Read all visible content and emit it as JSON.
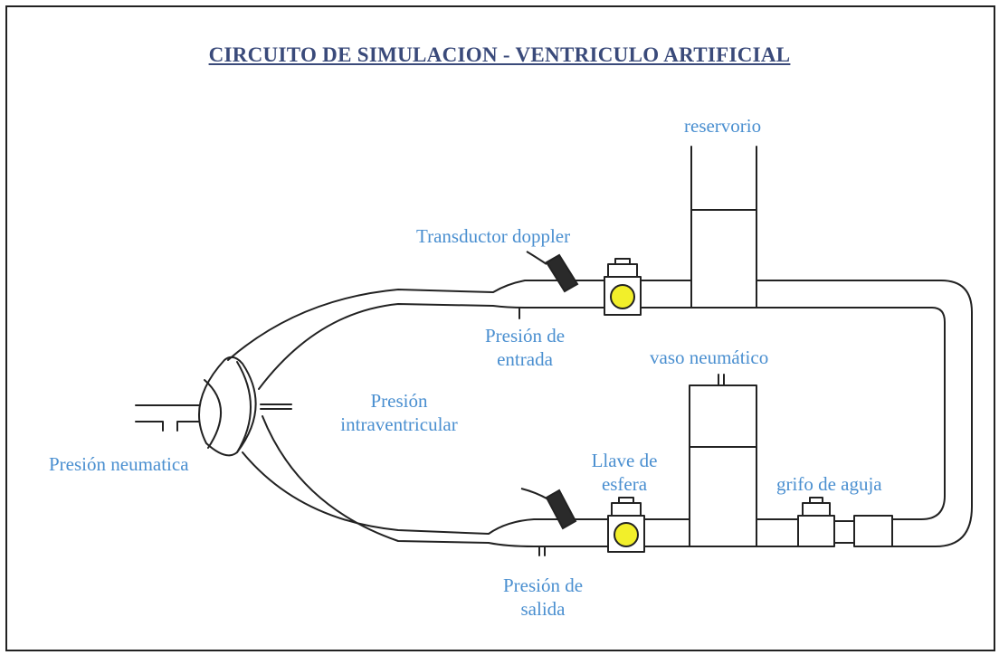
{
  "title": "CIRCUITO DE SIMULACION - VENTRICULO ARTIFICIAL",
  "labels": {
    "reservorio": "reservorio",
    "transductor": "Transductor doppler",
    "presion_entrada_1": "Presión de",
    "presion_entrada_2": "entrada",
    "vaso_neumatico": "vaso neumático",
    "presion_intraventricular_1": "Presión",
    "presion_intraventricular_2": "intraventricular",
    "presion_neumatica": "Presión neumatica",
    "llave_esfera_1": "Llave de",
    "llave_esfera_2": "esfera",
    "grifo_aguja": "grifo de aguja",
    "presion_salida_1": "Presión de",
    "presion_salida_2": "salida"
  },
  "colors": {
    "label": "#4a8fd0",
    "title": "#3a4a7a",
    "line": "#222222",
    "valve_ball": "#f2ef2a",
    "transducer": "#2a2a2a"
  }
}
